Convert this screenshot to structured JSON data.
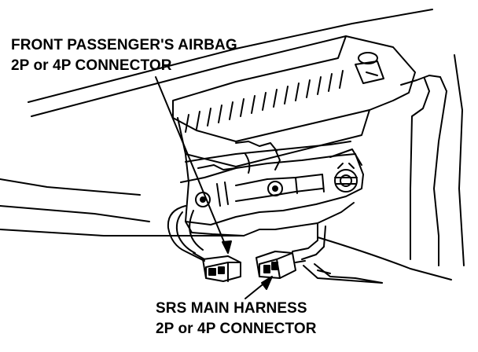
{
  "callouts": {
    "front_airbag": {
      "line1": "FRONT PASSENGER'S AIRBAG",
      "line2": "2P or 4P CONNECTOR"
    },
    "srs_harness": {
      "line1": "SRS MAIN HARNESS",
      "line2": "2P or 4P CONNECTOR"
    }
  },
  "colors": {
    "ink": "#000000",
    "paper": "#ffffff"
  }
}
